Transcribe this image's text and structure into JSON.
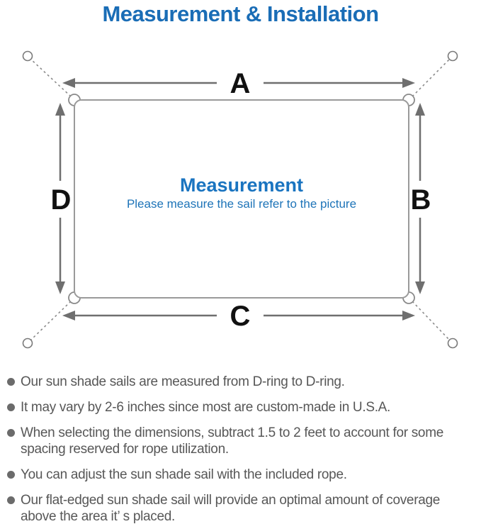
{
  "title": "Measurement & Installation",
  "colors": {
    "accent_title": "#1a6db6",
    "accent_center": "#1a74c0",
    "diagram_line": "#6f6f6f",
    "sail_border": "#9a9a9a",
    "dashed_line": "#8a8a8a",
    "label_black": "#111111",
    "bullet_text": "#575757",
    "bullet_dot": "#6b6b6b"
  },
  "diagram": {
    "labels": {
      "top": "A",
      "right": "B",
      "bottom": "C",
      "left": "D"
    },
    "center_heading": "Measurement",
    "center_subtitle": "Please measure the sail refer to the picture",
    "icons": [
      "anchor-point-icon",
      "d-ring-icon",
      "dimension-arrow"
    ]
  },
  "bullets": [
    {
      "text": "Our sun shade sails are measured from D-ring to D-ring."
    },
    {
      "text": "It may vary by 2-6 inches since most are custom-made in U.S.A."
    },
    {
      "text": "When selecting the dimensions, subtract 1.5 to 2 feet to account for some spacing reserved for rope utilization."
    },
    {
      "text": "You can adjust the sun shade sail with the included rope."
    },
    {
      "text": "Our flat-edged sun shade sail will provide an optimal amount of coverage above the area it’ s placed."
    }
  ]
}
